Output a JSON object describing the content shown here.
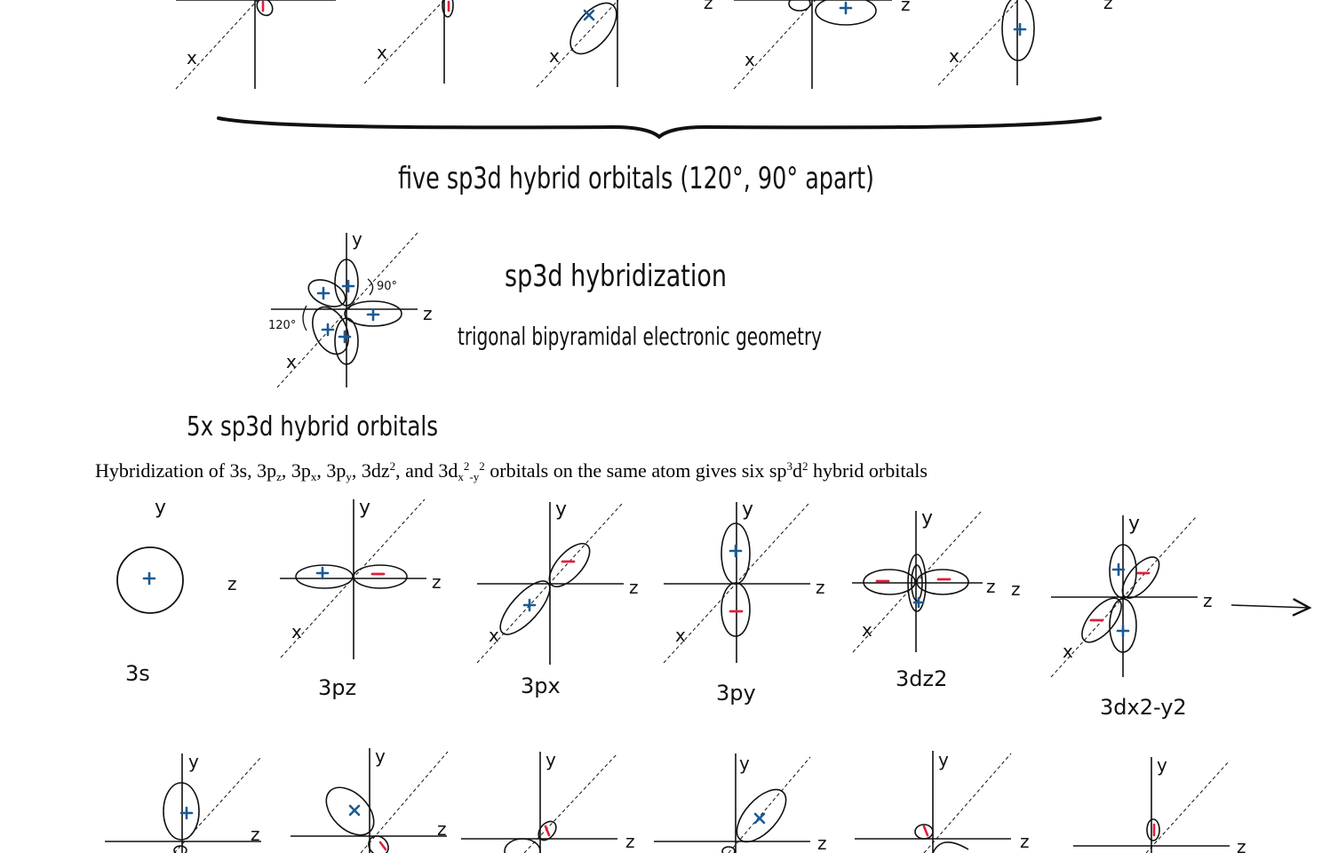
{
  "colors": {
    "ink": "#111111",
    "plus": "#1a5a96",
    "minus": "#e01e3c"
  },
  "summary": {
    "brace_label": "five sp3d hybrid orbitals (120°, 90° apart)",
    "title": "sp3d hybridization",
    "subtitle": "trigonal bipyramidal electronic geometry",
    "bottom_label": "5x sp3d hybrid orbitals",
    "angle_90": "90°",
    "angle_120": "120°"
  },
  "caption": {
    "t1": "Hybridization of 3s, 3p",
    "s1": "z",
    "t2": ", 3p",
    "s2": "x",
    "t3": ", 3p",
    "s3": "y",
    "t4": ", 3dz",
    "sup1": "2",
    "t5": ", and 3d",
    "s4": "x",
    "sup2": "2",
    "s5": "-y",
    "sup3": "2",
    "t6": " orbitals on the same atom gives six sp",
    "sup4": "3",
    "t7": "d",
    "sup5": "2",
    "t8": " hybrid orbitals"
  },
  "atomic_orbitals": [
    {
      "name": "3s"
    },
    {
      "name": "3pz"
    },
    {
      "name": "3px"
    },
    {
      "name": "3py"
    },
    {
      "name": "3dz2"
    },
    {
      "name": "3dx2-y2"
    }
  ],
  "axis_labels": {
    "x": "x",
    "y": "y",
    "z": "z"
  },
  "signs": {
    "plus": "+",
    "minus": "−"
  }
}
